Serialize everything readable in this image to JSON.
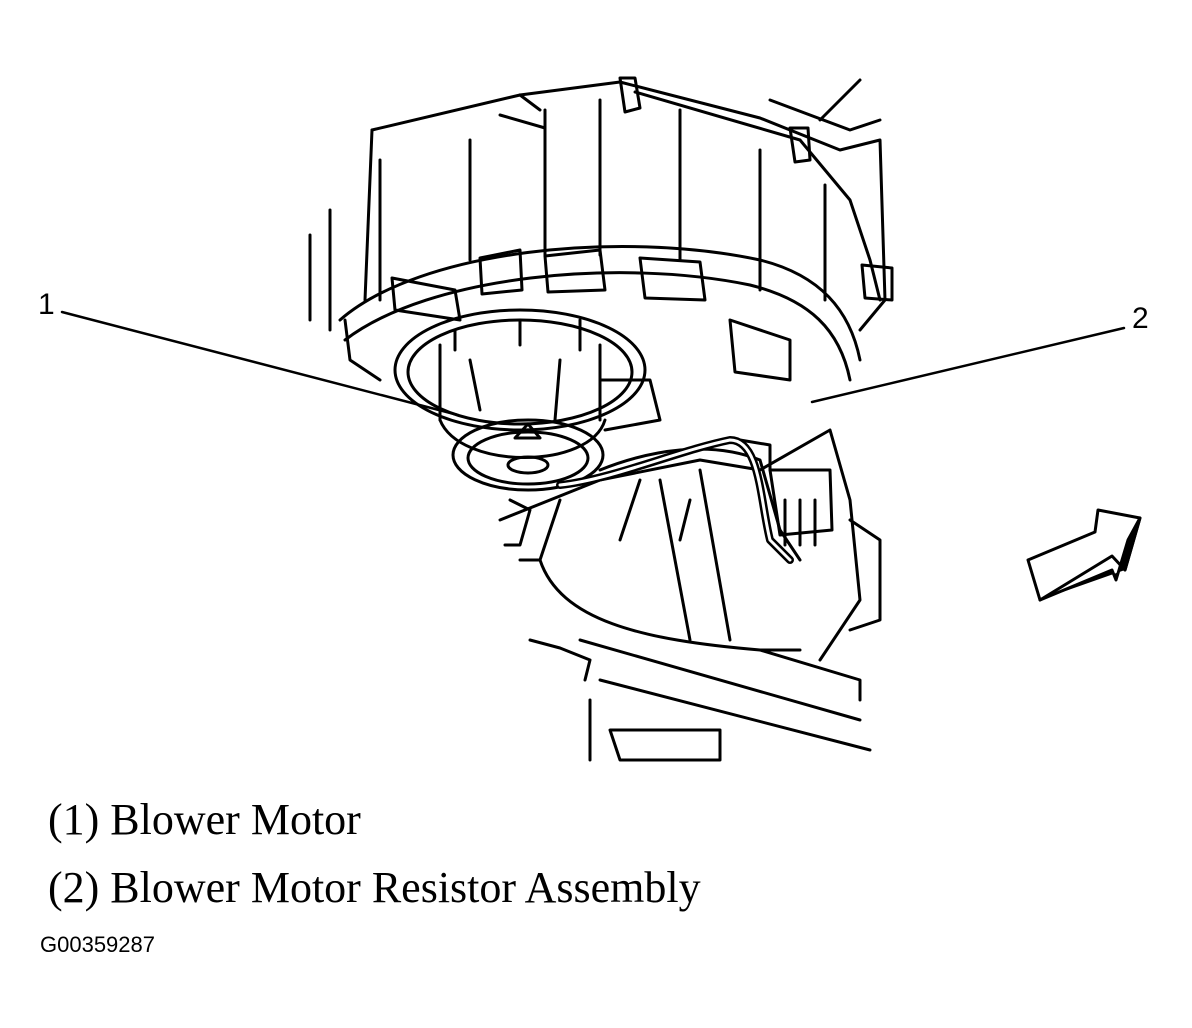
{
  "callouts": [
    {
      "number": "1"
    },
    {
      "number": "2"
    }
  ],
  "legend": [
    {
      "text": "(1) Blower Motor"
    },
    {
      "text": "(2) Blower Motor Resistor Assembly"
    }
  ],
  "figure_id": "G00359287",
  "direction_arrow": {
    "icon": "forward-arrow-icon"
  }
}
